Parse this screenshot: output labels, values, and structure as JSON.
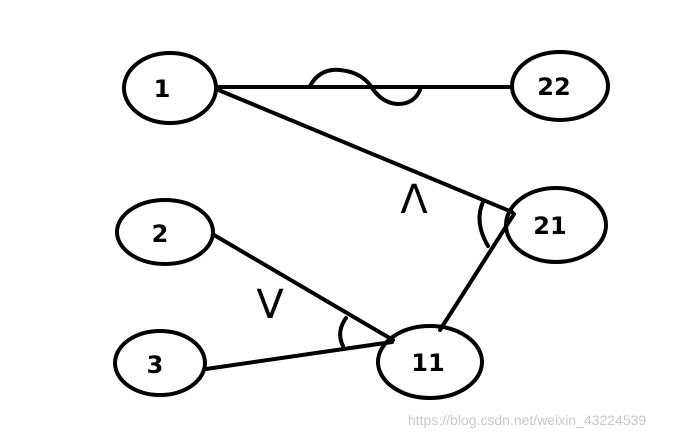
{
  "diagram": {
    "nodes": [
      {
        "id": "n1",
        "label": "1"
      },
      {
        "id": "n22",
        "label": "22"
      },
      {
        "id": "n21",
        "label": "21"
      },
      {
        "id": "n2",
        "label": "2"
      },
      {
        "id": "n3",
        "label": "3"
      },
      {
        "id": "n11",
        "label": "11"
      }
    ],
    "edges": [
      {
        "from": "n1",
        "to": "n22"
      },
      {
        "from": "n1",
        "to": "n21"
      },
      {
        "from": "n2",
        "to": "n11"
      },
      {
        "from": "n3",
        "to": "n11"
      },
      {
        "from": "n11",
        "to": "n21"
      }
    ],
    "marks": {
      "and_symbol": "Λ",
      "or_symbol": "V"
    }
  },
  "watermark": "https://blog.csdn.net/weixin_43224539"
}
